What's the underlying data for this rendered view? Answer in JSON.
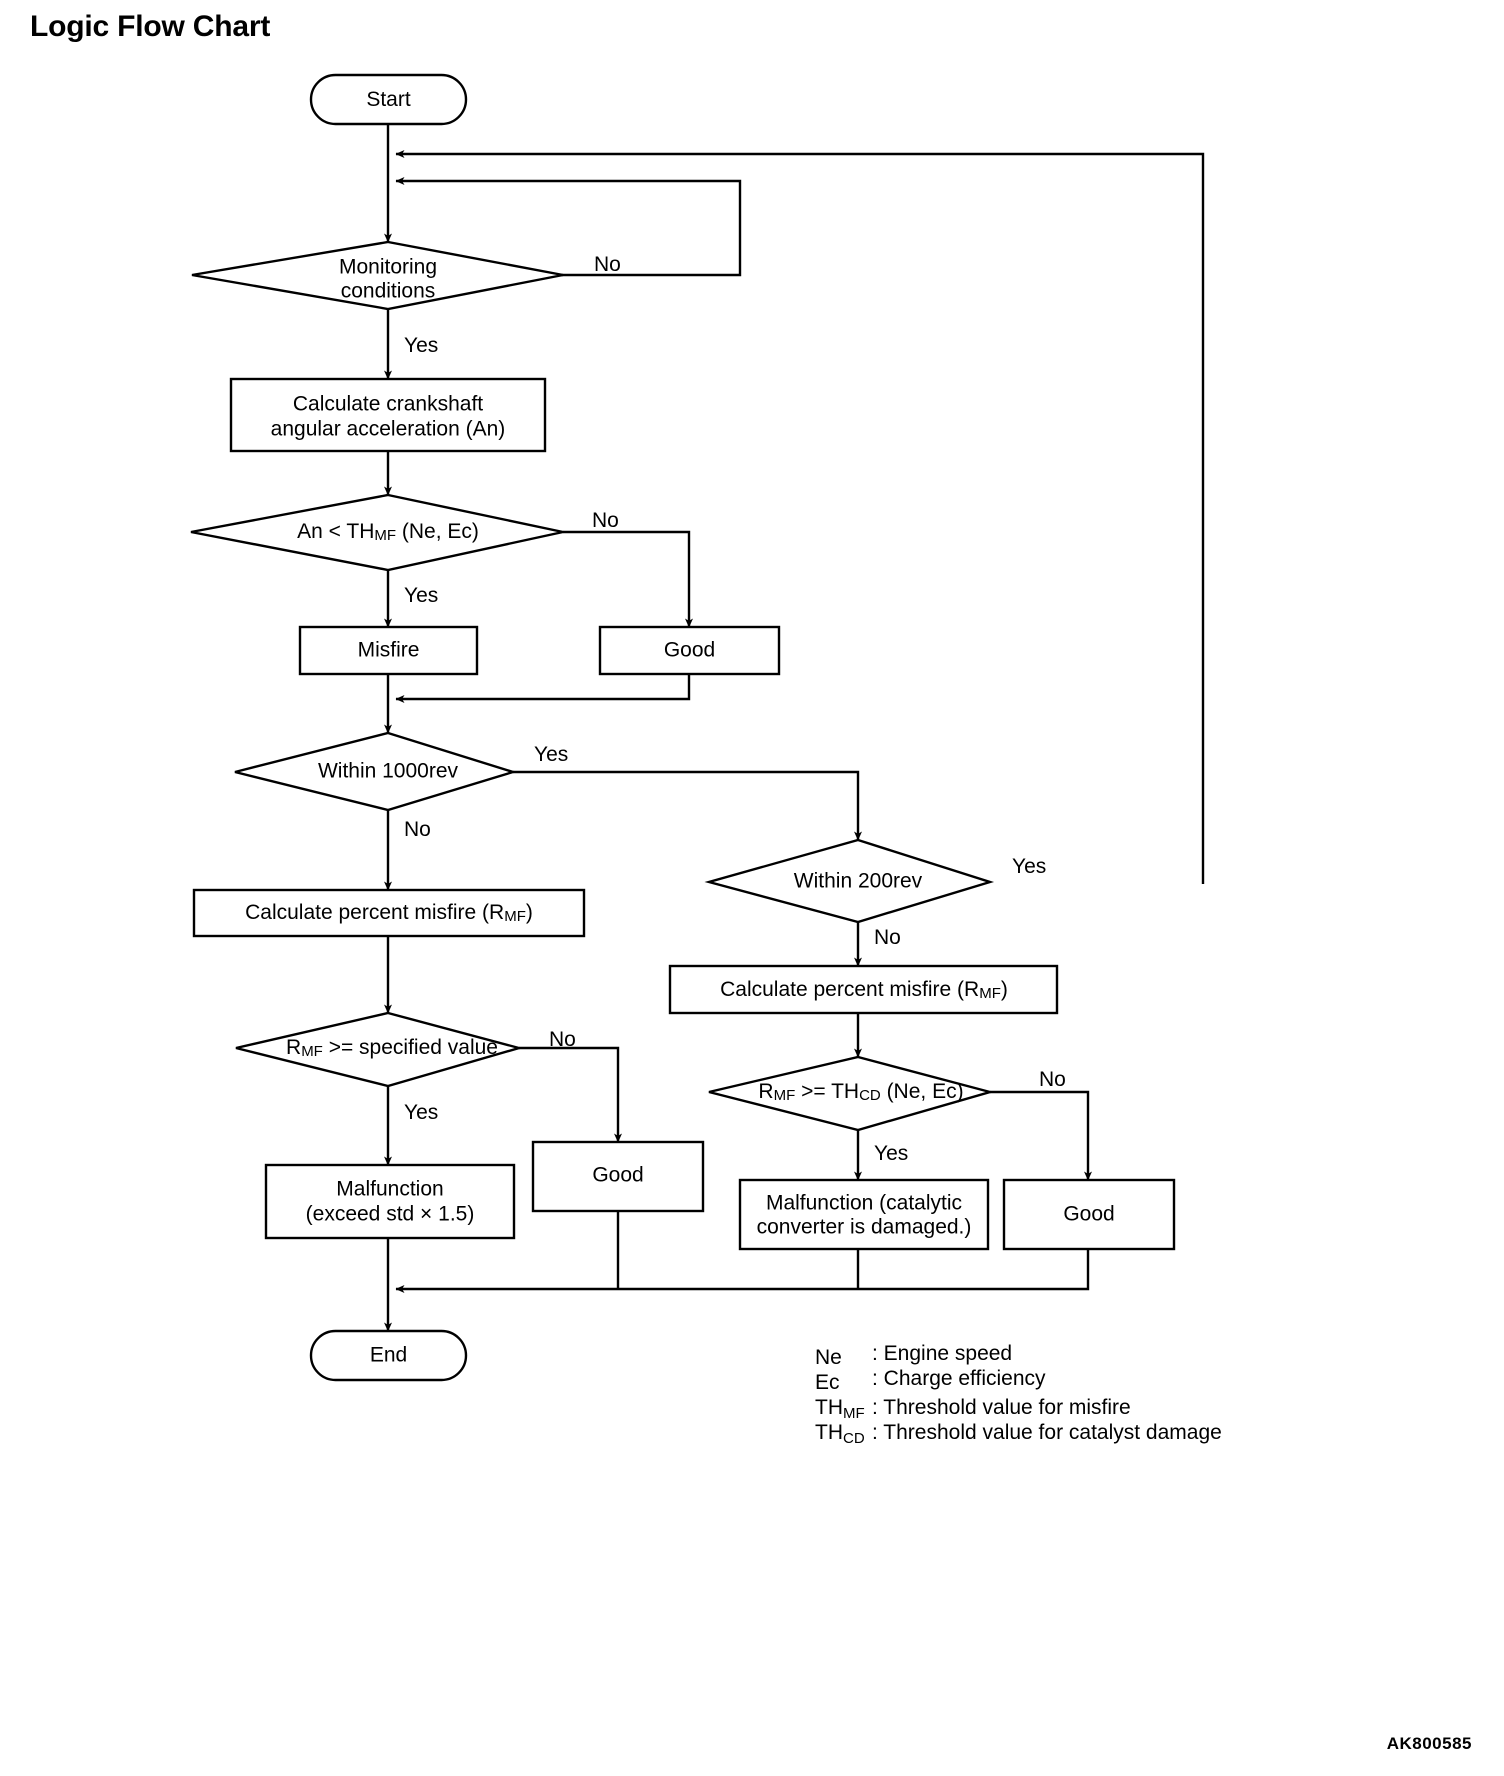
{
  "page": {
    "title": "Logic Flow Chart",
    "document_code": "AK800585"
  },
  "chart_data": {
    "type": "diagram",
    "title": "Logic Flow Chart",
    "nodes": [
      {
        "id": "start",
        "shape": "terminator",
        "label": "Start"
      },
      {
        "id": "mon",
        "shape": "decision",
        "label_line1": "Monitoring",
        "label_line2": "conditions"
      },
      {
        "id": "calc_ang",
        "shape": "process",
        "label_line1": "Calculate crankshaft",
        "label_line2": "angular acceleration (An)"
      },
      {
        "id": "an_lt_thmf",
        "shape": "decision",
        "label_pre": "An < TH",
        "label_sub": "MF",
        "label_post": " (Ne, Ec)"
      },
      {
        "id": "misfire",
        "shape": "process",
        "label": "Misfire"
      },
      {
        "id": "good_1",
        "shape": "process",
        "label": "Good"
      },
      {
        "id": "within1000",
        "shape": "decision",
        "label": "Within 1000rev"
      },
      {
        "id": "calc_rmf_l",
        "shape": "process",
        "label_pre": "Calculate percent misfire (R",
        "label_sub": "MF",
        "label_post": ")"
      },
      {
        "id": "rmf_spec",
        "shape": "decision",
        "label_pre": "R",
        "label_sub": "MF",
        "label_post": " >= specified value"
      },
      {
        "id": "malf_std",
        "shape": "process",
        "label_line1": "Malfunction",
        "label_line2": "(exceed std × 1.5)"
      },
      {
        "id": "good_2",
        "shape": "process",
        "label": "Good"
      },
      {
        "id": "within200",
        "shape": "decision",
        "label": "Within 200rev"
      },
      {
        "id": "calc_rmf_r",
        "shape": "process",
        "label_pre": "Calculate percent misfire (R",
        "label_sub": "MF",
        "label_post": ")"
      },
      {
        "id": "rmf_thcd",
        "shape": "decision",
        "label_pre": "R",
        "label_sub": "MF",
        "label_post2": " >= TH",
        "label_sub2": "CD",
        "label_post3": " (Ne, Ec)"
      },
      {
        "id": "malf_cat",
        "shape": "process",
        "label_line1": "Malfunction (catalytic",
        "label_line2": "converter is damaged.)"
      },
      {
        "id": "good_3",
        "shape": "process",
        "label": "Good"
      },
      {
        "id": "end",
        "shape": "terminator",
        "label": "End"
      }
    ],
    "edge_labels": {
      "mon_no": "No",
      "mon_yes": "Yes",
      "an_no": "No",
      "an_yes": "Yes",
      "w1000_yes": "Yes",
      "w1000_no": "No",
      "w200_yes": "Yes",
      "w200_no": "No",
      "rmf_spec_no": "No",
      "rmf_spec_yes": "Yes",
      "rmf_thcd_no": "No",
      "rmf_thcd_yes": "Yes"
    }
  },
  "legend": {
    "rows": [
      {
        "sym": "Ne",
        "sub": "",
        "sep": ": ",
        "desc": "Engine speed"
      },
      {
        "sym": "Ec",
        "sub": "",
        "sep": ": ",
        "desc": "Charge efficiency"
      },
      {
        "sym": "TH",
        "sub": "MF",
        "sep": ": ",
        "desc": "Threshold value for misfire"
      },
      {
        "sym": "TH",
        "sub": "CD",
        "sep": ": ",
        "desc": "Threshold value for catalyst damage"
      }
    ]
  }
}
